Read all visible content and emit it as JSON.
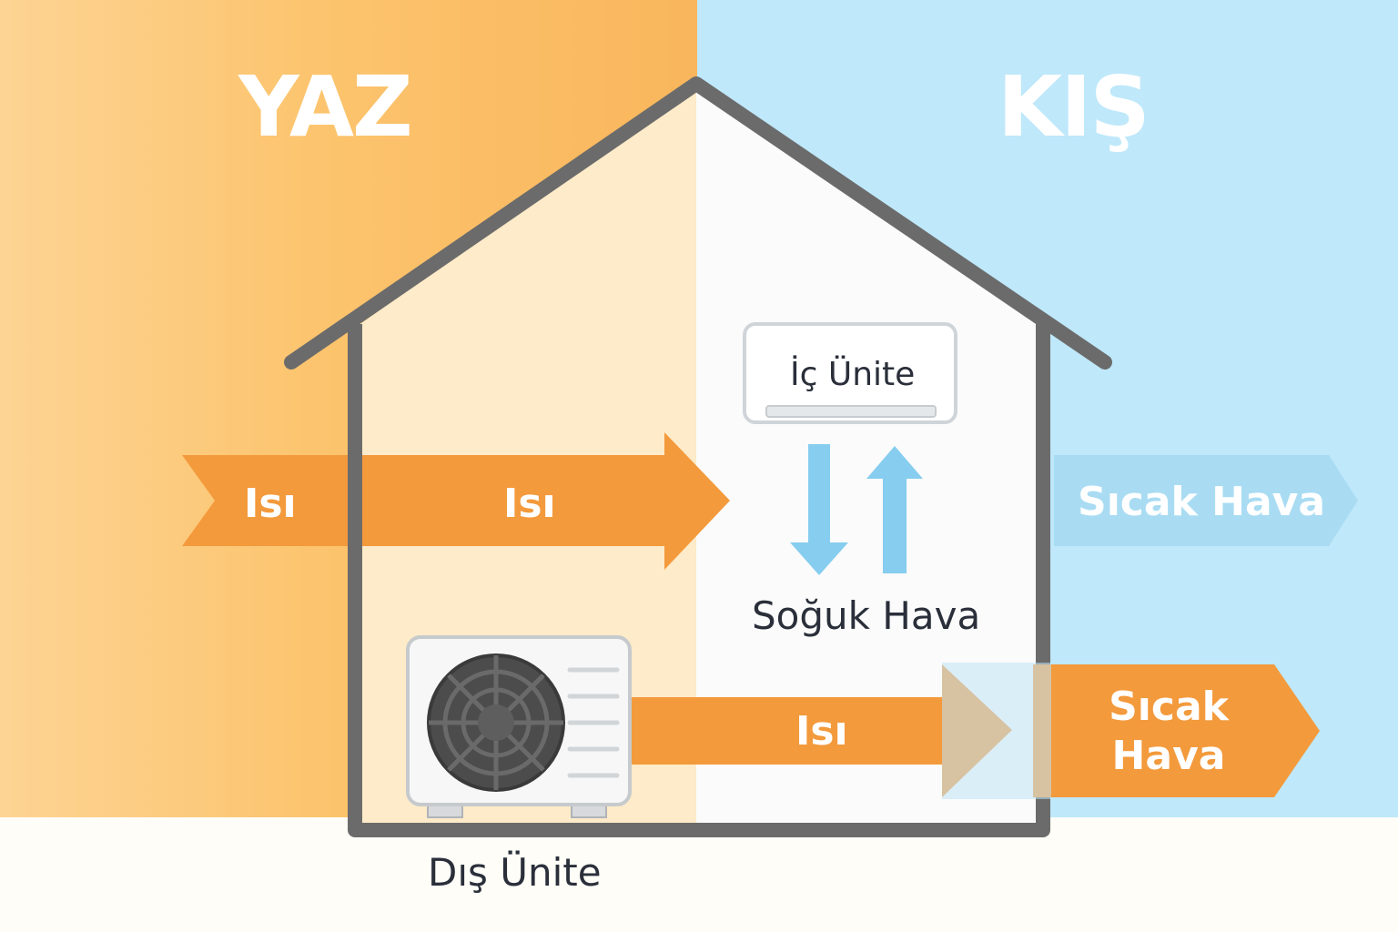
{
  "seasons": {
    "summer": "YAZ",
    "winter": "KIŞ"
  },
  "indoor_unit": {
    "label": "İç Ünite"
  },
  "outdoor_unit": {
    "label": "Dış Ünite"
  },
  "arrows": {
    "top_left_label": "Isı",
    "top_mid_label": "Isı",
    "winter_warm_air": "Sıcak Hava",
    "bottom_heat": "Isı",
    "bottom_warm_air_line1": "Sıcak",
    "bottom_warm_air_line2": "Hava"
  },
  "airflow": {
    "label": "Soğuk Hava"
  },
  "colors": {
    "summer_bg": "#fcc46e",
    "winter_bg": "#bfe8fa",
    "heat_arrow": "#f39a3c",
    "air_arrow": "#86cdef",
    "house_outline": "#6b6b6b"
  }
}
